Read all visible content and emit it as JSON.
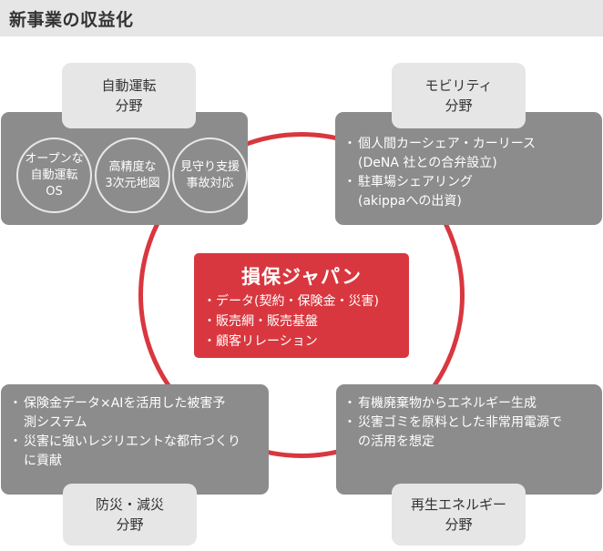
{
  "title": "新事業の収益化",
  "center": {
    "title": "損保ジャパン",
    "items": [
      "データ(契約・保険金・災害)",
      "販売網・販売基盤",
      "顧客リレーション"
    ]
  },
  "domains": {
    "autonomous": {
      "label_line1": "自動運転",
      "label_line2": "分野",
      "circles": [
        {
          "line1": "オープンな",
          "line2": "自動運転",
          "line3": "OS"
        },
        {
          "line1": "高精度な",
          "line2": "3次元地図"
        },
        {
          "line1": "見守り支援",
          "line2": "事故対応"
        }
      ]
    },
    "mobility": {
      "label_line1": "モビリティ",
      "label_line2": "分野",
      "items": [
        {
          "main": "個人間カーシェア・カーリース",
          "sub": "(DeNA 社との合弁設立)"
        },
        {
          "main": "駐車場シェアリング",
          "sub": "(akippaへの出資)"
        }
      ]
    },
    "disaster": {
      "label_line1": "防災・減災",
      "label_line2": "分野",
      "items": [
        {
          "line1": "保険金データ×AIを活用した被害予",
          "line2": "測システム"
        },
        {
          "line1": "災害に強いレジリエントな都市づくり",
          "line2": "に貢献"
        }
      ]
    },
    "renewable": {
      "label_line1": "再生エネルギー",
      "label_line2": "分野",
      "items": [
        {
          "line1": "有機廃棄物からエネルギー生成"
        },
        {
          "line1": "災害ゴミを原料とした非常用電源で",
          "line2": "の活用を想定"
        }
      ]
    }
  },
  "colors": {
    "accent_red": "#d9373f",
    "panel_gray": "#8c8c8c",
    "label_gray": "#e6e6e6"
  }
}
